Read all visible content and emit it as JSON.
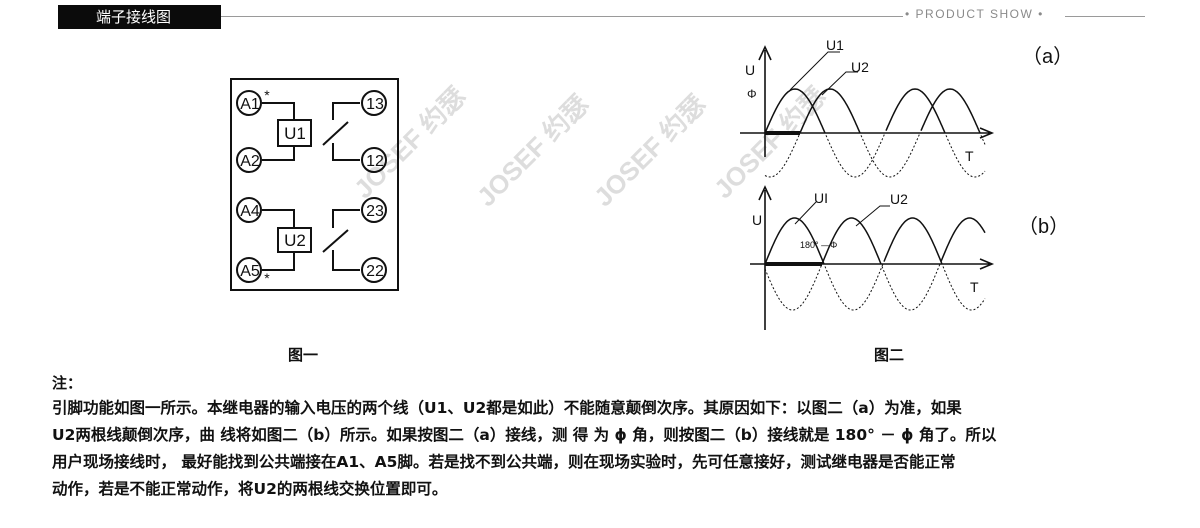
{
  "header": {
    "section_title": "端子接线图",
    "tagline": "PRODUCT SHOW"
  },
  "figure1": {
    "caption": "图一",
    "terminals": {
      "a1": "A1",
      "a2": "A2",
      "a4": "A4",
      "a5": "A5",
      "t13": "13",
      "t12": "12",
      "t23": "23",
      "t22": "22"
    },
    "coil1": "U1",
    "coil2": "U2",
    "polarity_mark": "*"
  },
  "figure2": {
    "caption": "图二",
    "a": {
      "label": "（a）",
      "y_axis_u": "U",
      "y_axis_phi": "Φ",
      "x_axis": "T",
      "curve1": "U1",
      "curve2": "U2"
    },
    "b": {
      "label": "（b）",
      "y_axis": "U",
      "x_axis": "T",
      "curve1": "UI",
      "curve2": "U2",
      "phase_label": "180°  —Φ"
    }
  },
  "watermark": "JOSEF 约瑟",
  "note": {
    "title": "注：",
    "lines": [
      "引脚功能如图一所示。本继电器的输入电压的两个线（U1、U2都是如此）不能随意颠倒次序。其原因如下：以图二（a）为准，如果",
      "U2两根线颠倒次序，曲 线将如图二（b）所示。如果按图二（a）接线，测 得 为 ϕ 角，则按图二（b）接线就是 180°  － ϕ 角了。所以",
      "用户现场接线时， 最好能找到公共端接在A1、A5脚。若是找不到公共端，则在现场实验时，先可任意接好，测试继电器是否能正常",
      "动作，若是不能正常动作，将U2的两根线交换位置即可。"
    ]
  }
}
